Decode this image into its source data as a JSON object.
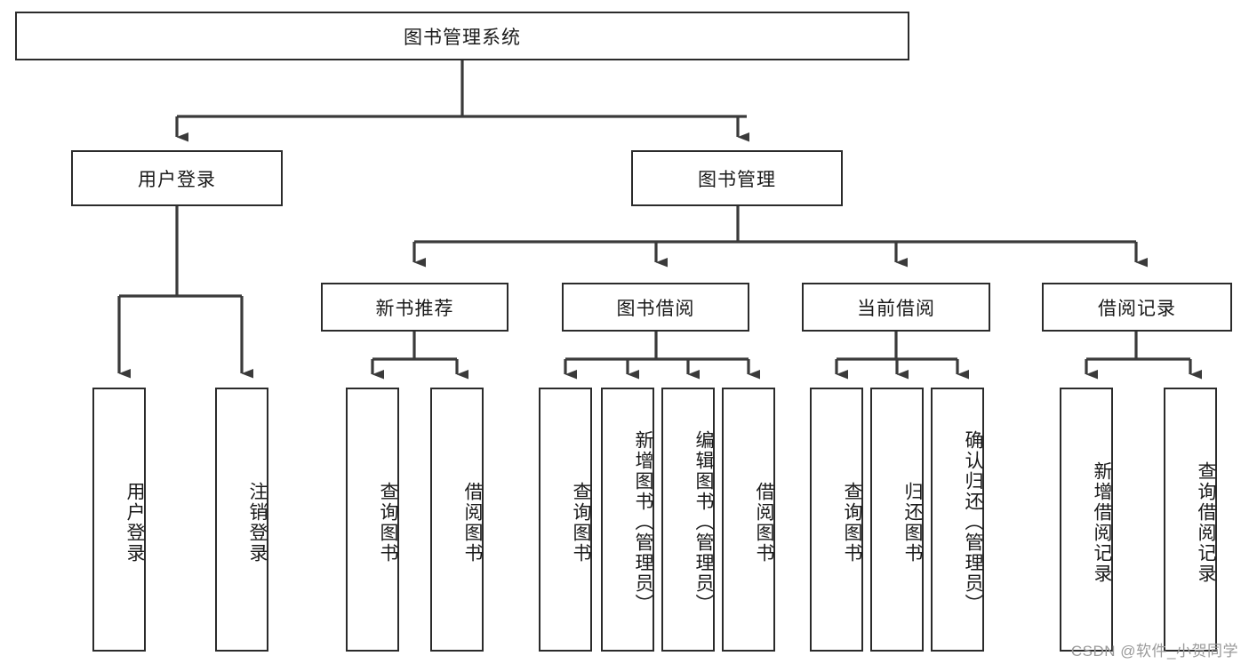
{
  "diagram": {
    "type": "tree-hierarchy-chart",
    "title": "图书管理系统",
    "colors": {
      "box_stroke": "#2b2b2b",
      "box_fill": "#ffffff",
      "connector": "#3a3a3a",
      "text": "#1a1a1a",
      "watermark": "#9a9a9a",
      "background": "#ffffff"
    },
    "levels": [
      {
        "level": 1,
        "nodes": [
          {
            "id": "root",
            "label": "图书管理系统",
            "orientation": "horizontal"
          }
        ]
      },
      {
        "level": 2,
        "nodes": [
          {
            "id": "user-login",
            "label": "用户登录",
            "orientation": "horizontal",
            "parent": "root"
          },
          {
            "id": "book-manage",
            "label": "图书管理",
            "orientation": "horizontal",
            "parent": "root"
          }
        ]
      },
      {
        "level": 3,
        "nodes": [
          {
            "id": "new-book-rec",
            "label": "新书推荐",
            "orientation": "horizontal",
            "parent": "book-manage"
          },
          {
            "id": "book-borrow",
            "label": "图书借阅",
            "orientation": "horizontal",
            "parent": "book-manage"
          },
          {
            "id": "current-borrow",
            "label": "当前借阅",
            "orientation": "horizontal",
            "parent": "book-manage"
          },
          {
            "id": "borrow-record",
            "label": "借阅记录",
            "orientation": "horizontal",
            "parent": "book-manage"
          }
        ]
      },
      {
        "level": 4,
        "nodes": [
          {
            "id": "leaf-user-login",
            "label": "用户登录",
            "orientation": "vertical",
            "parent": "user-login"
          },
          {
            "id": "leaf-user-logout",
            "label": "注销登录",
            "orientation": "vertical",
            "parent": "user-login"
          },
          {
            "id": "leaf-query-book-1",
            "label": "查询图书",
            "orientation": "vertical",
            "parent": "new-book-rec"
          },
          {
            "id": "leaf-borrow-book-1",
            "label": "借阅图书",
            "orientation": "vertical",
            "parent": "new-book-rec"
          },
          {
            "id": "leaf-query-book-2",
            "label": "查询图书",
            "orientation": "vertical",
            "parent": "book-borrow"
          },
          {
            "id": "leaf-add-book",
            "label": "新增图书（管理员）",
            "orientation": "vertical",
            "parent": "book-borrow"
          },
          {
            "id": "leaf-edit-book",
            "label": "编辑图书（管理员）",
            "orientation": "vertical",
            "parent": "book-borrow"
          },
          {
            "id": "leaf-borrow-book-2",
            "label": "借阅图书",
            "orientation": "vertical",
            "parent": "book-borrow"
          },
          {
            "id": "leaf-query-book-3",
            "label": "查询图书",
            "orientation": "vertical",
            "parent": "current-borrow"
          },
          {
            "id": "leaf-return-book",
            "label": "归还图书",
            "orientation": "vertical",
            "parent": "current-borrow"
          },
          {
            "id": "leaf-confirm-return",
            "label": "确认归还（管理员）",
            "orientation": "vertical",
            "parent": "current-borrow"
          },
          {
            "id": "leaf-add-record",
            "label": "新增借阅记录",
            "orientation": "vertical",
            "parent": "borrow-record"
          },
          {
            "id": "leaf-query-record",
            "label": "查询借阅记录",
            "orientation": "vertical",
            "parent": "borrow-record"
          }
        ]
      }
    ]
  },
  "watermark": "CSDN @软件_小贺同学"
}
